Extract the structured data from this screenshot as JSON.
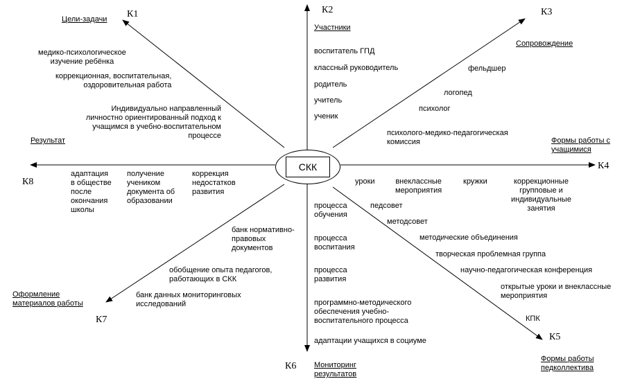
{
  "center": {
    "label": "СКК"
  },
  "axes": {
    "k1": {
      "code": "К1",
      "title": "Цели-задачи",
      "items": [
        "медико-психологическое\nизучение ребёнка",
        "коррекционная, воспитательная,\nоздоровительная работа",
        "Индивидуально направленный\nличностно ориентированный подход к\nучащимся в учебно-воспитательном\nпроцессе"
      ]
    },
    "k2": {
      "code": "К2",
      "title": "Участники",
      "items": [
        "воспитатель ГПД",
        "классный руководитель",
        "родитель",
        "учитель",
        "ученик"
      ]
    },
    "k3": {
      "code": "К3",
      "title": "Сопровождение",
      "items": [
        "фельдшер",
        "логопед",
        "психолог",
        "психолого-медико-педагогическая\nкомиссия"
      ]
    },
    "k4": {
      "code": "К4",
      "title": "Формы работы с\nучащимися",
      "items": [
        "уроки",
        "внеклассные\nмероприятия",
        "кружки",
        "коррекционные\nгрупповые и\nиндивидуальные\nзанятия"
      ]
    },
    "k5": {
      "code": "К5",
      "title": "Формы работы\nпедколлектива",
      "items": [
        "педсовет",
        "методсовет",
        "методические объединения",
        "творческая проблемная группа",
        "научно-педагогическая конференция",
        "открытые уроки и внеклассные\nмероприятия",
        "КПК"
      ]
    },
    "k6": {
      "code": "К6",
      "title": "Мониторинг\nрезультатов",
      "items": [
        "процесса\nобучения",
        "процесса\nвоспитания",
        "процесса\nразвития",
        "программно-методического\nобеспечения учебно-\nвоспитательного процесса",
        "адаптации учащихся в социуме"
      ]
    },
    "k7": {
      "code": "К7",
      "title": "Оформление\nматериалов работы",
      "items": [
        "банк нормативно-\nправовых\nдокументов",
        "обобщение опыта педагогов,\nработающих в СКК",
        "банк данных мониторинговых\nисследований"
      ]
    },
    "k8": {
      "code": "К8",
      "title": "Результат",
      "items": [
        "адаптация\nв обществе\nпосле\nокончания\nшколы",
        "получение\nучеником\nдокумента об\nобразовании",
        "коррекция\nнедостатков\nразвития"
      ]
    }
  }
}
